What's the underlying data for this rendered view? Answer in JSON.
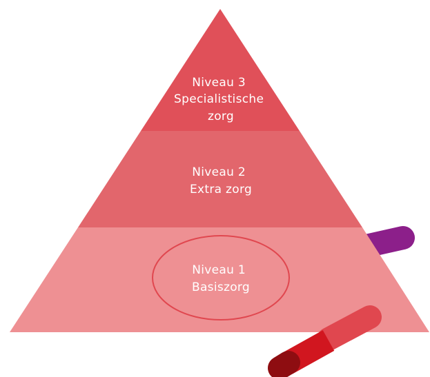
{
  "pyramid": {
    "levels": [
      {
        "id": "level-3",
        "title": "Niveau 3",
        "lines": [
          "Niveau 3",
          "Specialistische",
          "zorg"
        ],
        "color": "#e05059"
      },
      {
        "id": "level-2",
        "title": "Niveau 2",
        "lines": [
          "Niveau 2",
          "Extra zorg"
        ],
        "color": "#e2666c"
      },
      {
        "id": "level-1",
        "title": "Niveau 1",
        "lines": [
          "Niveau 1",
          "Basiszorg"
        ],
        "color": "#ee9093",
        "highlighted": true,
        "highlight_color": "#e0474f"
      }
    ]
  },
  "decorations": {
    "pencil_purple_color": "#8c1f8a",
    "pencil_red_tip_color": "#e0474f",
    "pencil_red_body_color": "#d1161f",
    "pencil_red_end_color": "#8e0d11"
  }
}
